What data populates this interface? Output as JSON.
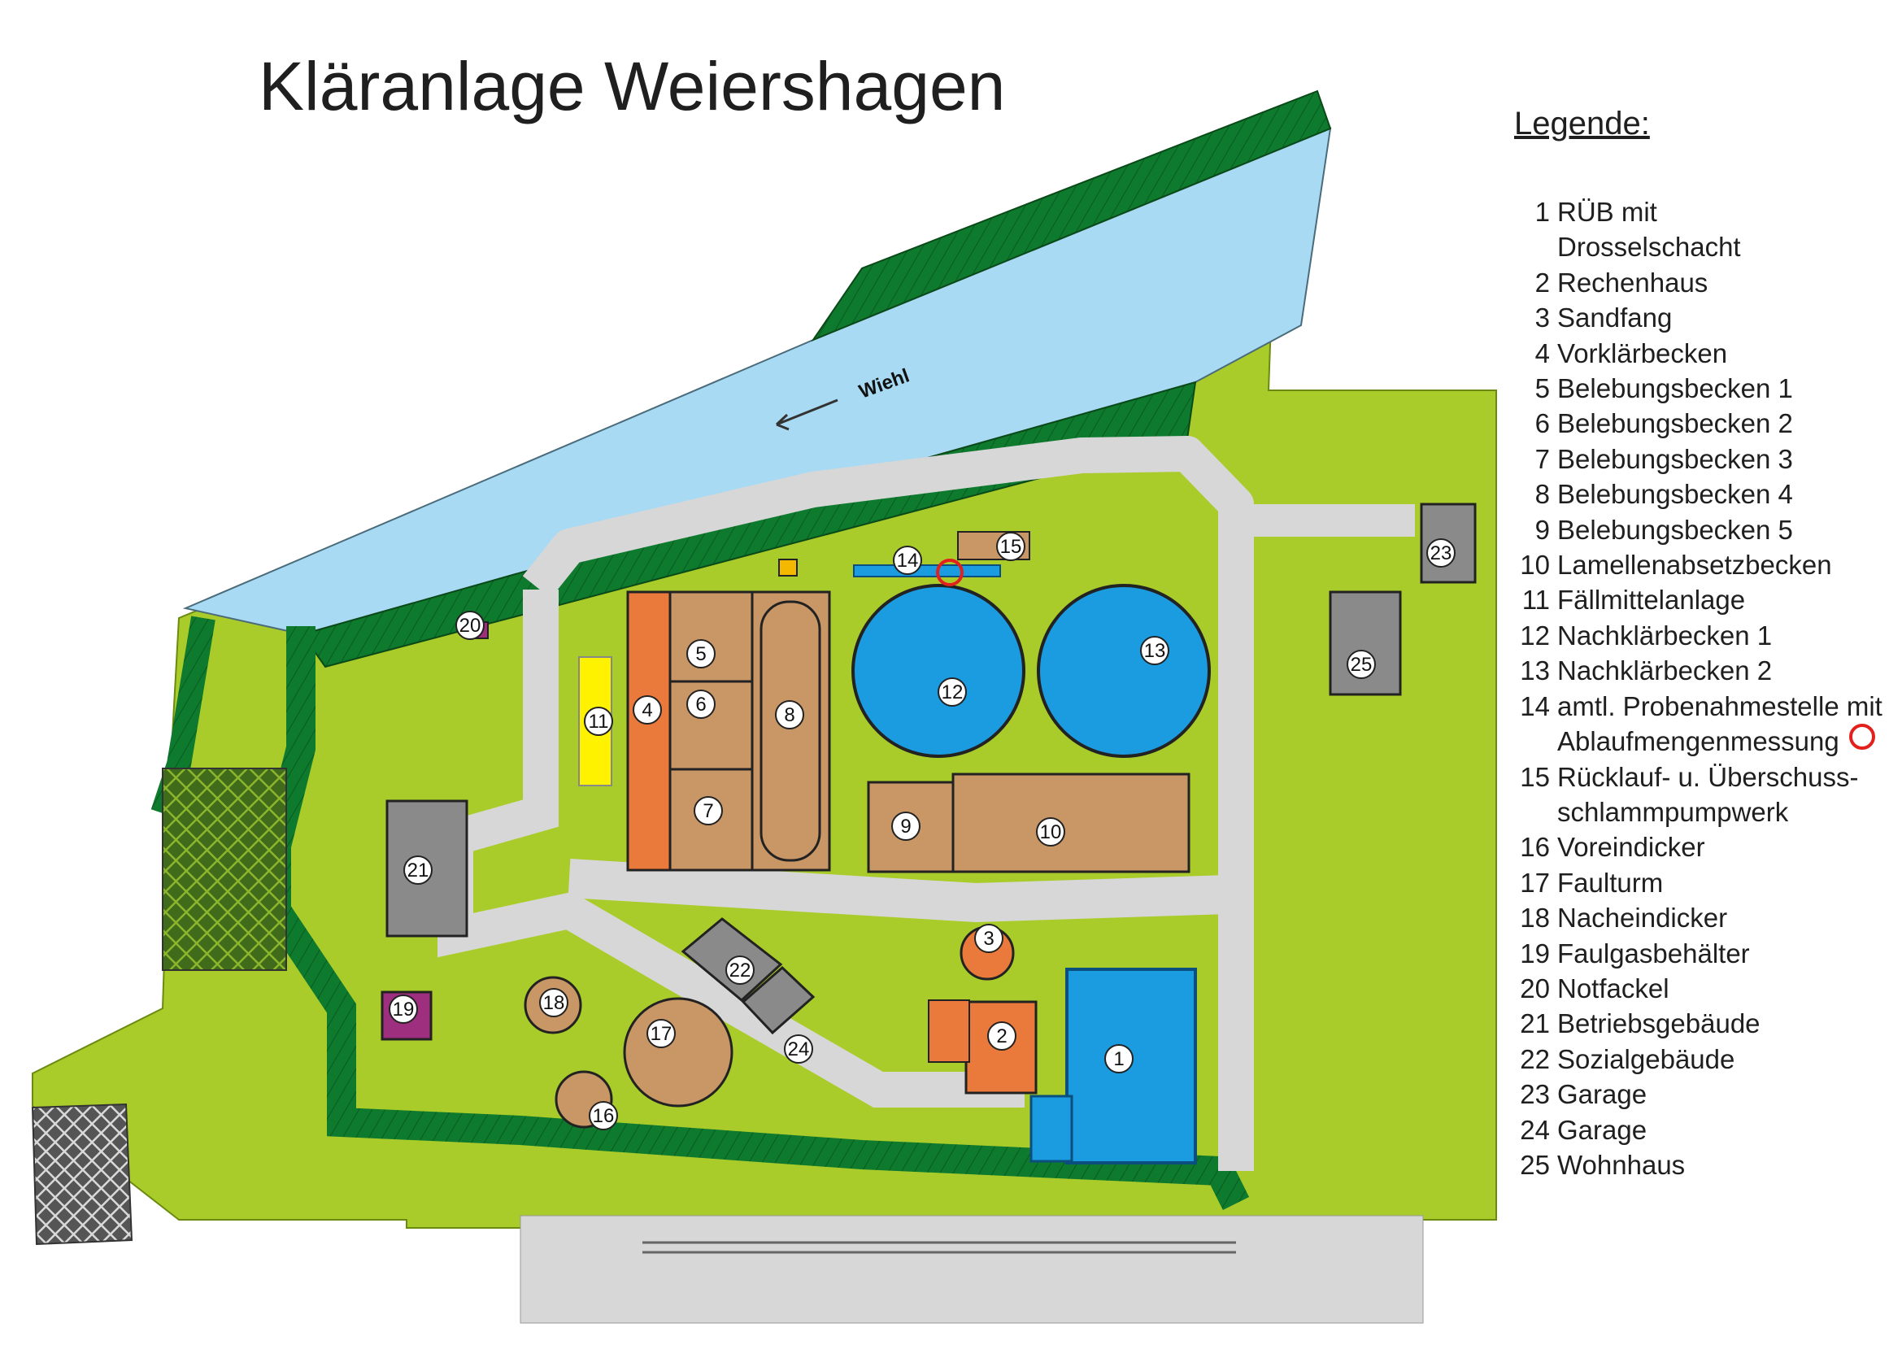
{
  "title": "Kläranlage Weiershagen",
  "river_label": "Wiehl",
  "legend": {
    "title": "Legende:",
    "items": [
      {
        "num": "1",
        "lines": [
          "RÜB mit",
          "Drosselschacht"
        ]
      },
      {
        "num": "2",
        "lines": [
          "Rechenhaus"
        ]
      },
      {
        "num": "3",
        "lines": [
          "Sandfang"
        ]
      },
      {
        "num": "4",
        "lines": [
          "Vorklärbecken"
        ]
      },
      {
        "num": "5",
        "lines": [
          "Belebungsbecken 1"
        ]
      },
      {
        "num": "6",
        "lines": [
          "Belebungsbecken 2"
        ]
      },
      {
        "num": "7",
        "lines": [
          "Belebungsbecken 3"
        ]
      },
      {
        "num": "8",
        "lines": [
          "Belebungsbecken 4"
        ]
      },
      {
        "num": "9",
        "lines": [
          "Belebungsbecken 5"
        ]
      },
      {
        "num": "10",
        "lines": [
          "Lamellenabsetzbecken"
        ]
      },
      {
        "num": "11",
        "lines": [
          "Fällmittelanlage"
        ]
      },
      {
        "num": "12",
        "lines": [
          "Nachklärbecken 1"
        ]
      },
      {
        "num": "13",
        "lines": [
          "Nachklärbecken 2"
        ]
      },
      {
        "num": "14",
        "lines": [
          "amtl. Probenahmestelle mit",
          "Ablaufmengenmessung"
        ]
      },
      {
        "num": "15",
        "lines": [
          "Rücklauf- u. Überschuss-",
          "schlammpumpwerk"
        ]
      },
      {
        "num": "16",
        "lines": [
          "Voreindicker"
        ]
      },
      {
        "num": "17",
        "lines": [
          "Faulturm"
        ]
      },
      {
        "num": "18",
        "lines": [
          "Nacheindicker"
        ]
      },
      {
        "num": "19",
        "lines": [
          "Faulgasbehälter"
        ]
      },
      {
        "num": "20",
        "lines": [
          "Notfackel"
        ]
      },
      {
        "num": "21",
        "lines": [
          "Betriebsgebäude"
        ]
      },
      {
        "num": "22",
        "lines": [
          "Sozialgebäude"
        ]
      },
      {
        "num": "23",
        "lines": [
          "Garage"
        ]
      },
      {
        "num": "24",
        "lines": [
          "Garage"
        ]
      },
      {
        "num": "25",
        "lines": [
          "Wohnhaus"
        ]
      }
    ]
  },
  "map_labels": [
    "1",
    "2",
    "3",
    "4",
    "5",
    "6",
    "7",
    "8",
    "9",
    "10",
    "11",
    "12",
    "13",
    "14",
    "15",
    "16",
    "17",
    "18",
    "19",
    "20",
    "21",
    "22",
    "23",
    "24",
    "25"
  ],
  "colors": {
    "grass": "#a9cc2a",
    "embankment": "#0e7a2e",
    "river": "#a9daf3",
    "road": "#d7d7d7",
    "clarifier": "#1b9be0",
    "biology": "#c99666",
    "primary": "#ea7a3c",
    "precipitant": "#fff200",
    "building": "#8a8a8a",
    "gas_holder": "#9e2f7e",
    "sampling_marker": "#e2211c"
  }
}
